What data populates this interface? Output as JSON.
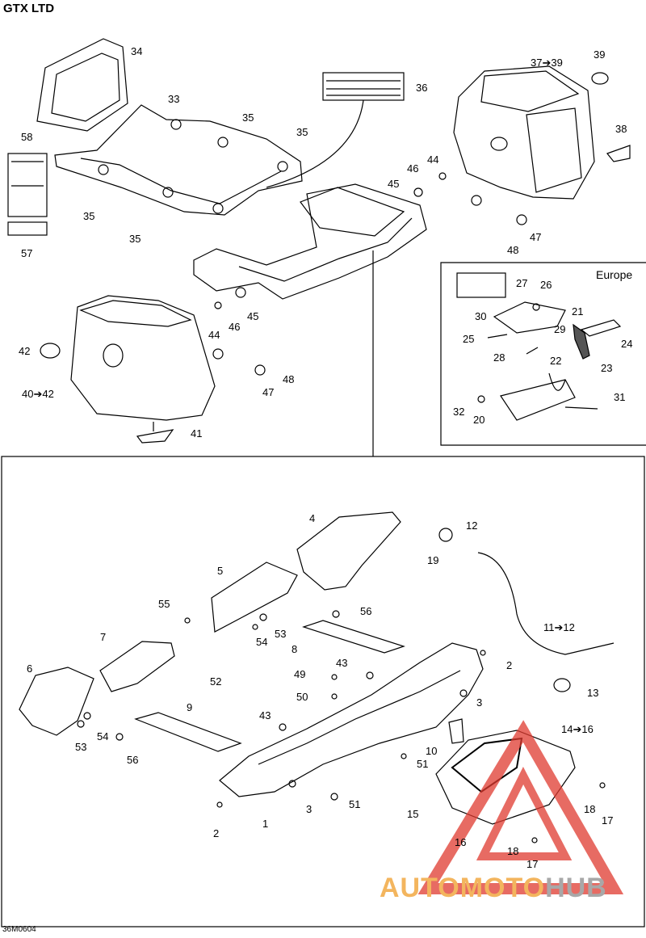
{
  "page": {
    "title": "GTX LTD",
    "region_label": "Europe",
    "drawing_code": "36M0604"
  },
  "watermark": {
    "brand_part1": "AUTOMOTO",
    "brand_part2": "HUB",
    "colors": {
      "triangle": "#e03a2f",
      "text1": "#f3b55e",
      "text2": "#a8a8a8"
    }
  },
  "callouts": {
    "c34": "34",
    "c33": "33",
    "c35a": "35",
    "c35b": "35",
    "c58": "58",
    "c35c": "35",
    "c35d": "35",
    "c57": "57",
    "c36": "36",
    "c3739": "37➔39",
    "c39": "39",
    "c38": "38",
    "c44a": "44",
    "c46a": "46",
    "c45a": "45",
    "c47a": "47",
    "c48a": "48",
    "c42": "42",
    "c4042": "40➔42",
    "c44b": "44",
    "c46b": "46",
    "c45b": "45",
    "c48b": "48",
    "c47b": "47",
    "c41": "41",
    "c30": "30",
    "c27": "27",
    "c26": "26",
    "c21": "21",
    "c25": "25",
    "c29": "29",
    "c24": "24",
    "c28": "28",
    "c22": "22",
    "c23": "23",
    "c31": "31",
    "c32": "32",
    "c20": "20",
    "c4": "4",
    "c12": "12",
    "c19": "19",
    "c5": "5",
    "c56a": "56",
    "c55": "55",
    "c53a": "53",
    "c54a": "54",
    "c1112": "11➔12",
    "c7": "7",
    "c8": "8",
    "c43a": "43",
    "c2a": "2",
    "c49": "49",
    "c6": "6",
    "c52": "52",
    "c50": "50",
    "c3a": "3",
    "c13": "13",
    "c9": "9",
    "c43b": "43",
    "c10": "10",
    "c1416": "14➔16",
    "c54b": "54",
    "c53b": "53",
    "c56b": "56",
    "c51a": "51",
    "c3b": "3",
    "c51b": "51",
    "c18a": "18",
    "c15": "15",
    "c2b": "2",
    "c1": "1",
    "c17a": "17",
    "c16": "16",
    "c18b": "18",
    "c17b": "17"
  }
}
